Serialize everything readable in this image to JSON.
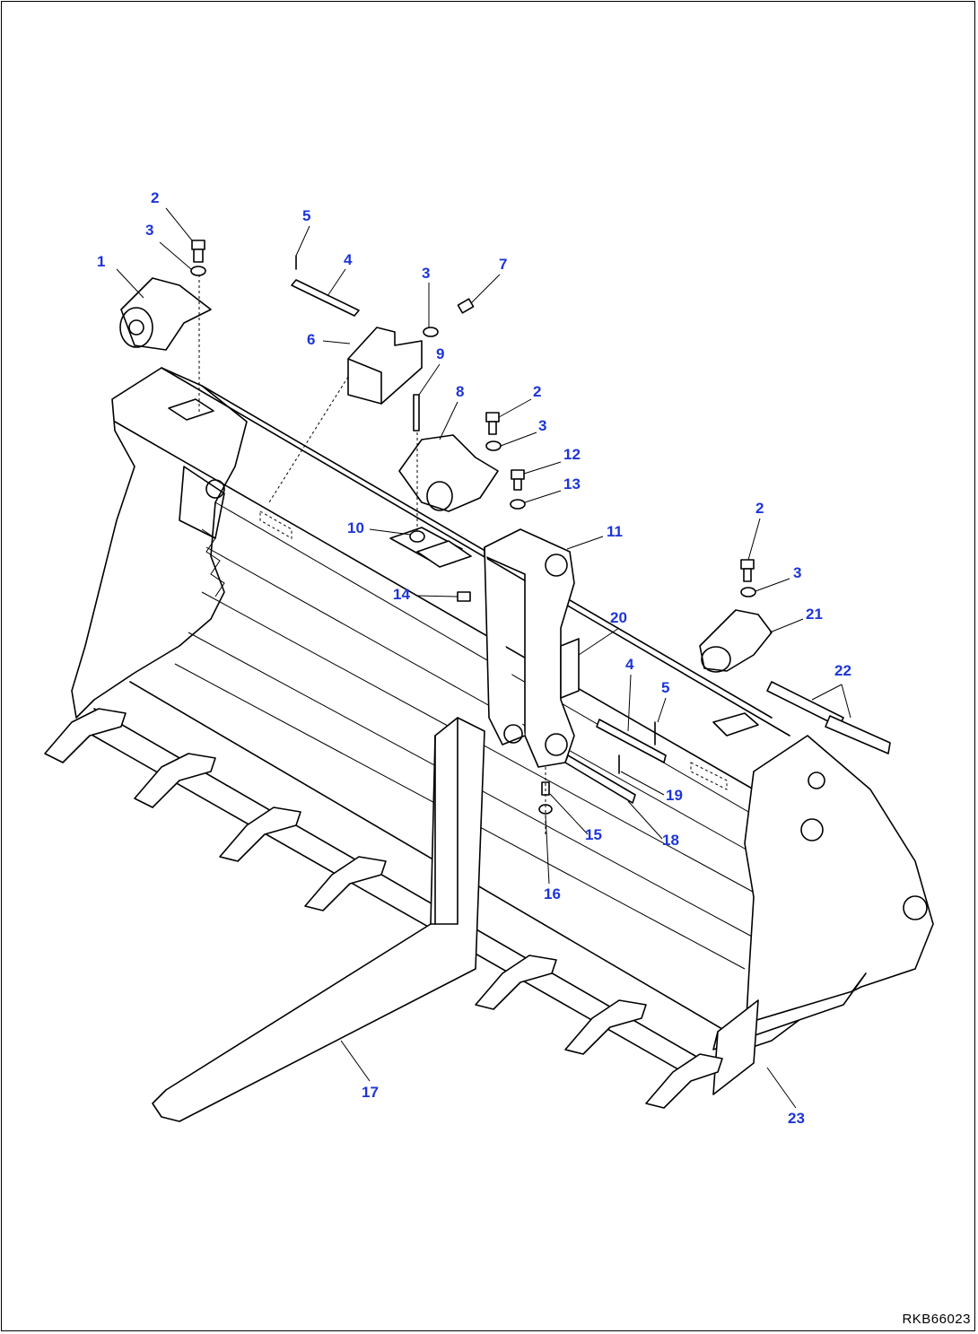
{
  "drawing_code": "RKB66023",
  "callouts": [
    {
      "id": "c1",
      "label": "1"
    },
    {
      "id": "c2a",
      "label": "2"
    },
    {
      "id": "c3a",
      "label": "3"
    },
    {
      "id": "c5a",
      "label": "5"
    },
    {
      "id": "c4a",
      "label": "4"
    },
    {
      "id": "c6",
      "label": "6"
    },
    {
      "id": "c3b",
      "label": "3"
    },
    {
      "id": "c7",
      "label": "7"
    },
    {
      "id": "c9",
      "label": "9"
    },
    {
      "id": "c8",
      "label": "8"
    },
    {
      "id": "c2b",
      "label": "2"
    },
    {
      "id": "c3c",
      "label": "3"
    },
    {
      "id": "c12",
      "label": "12"
    },
    {
      "id": "c13",
      "label": "13"
    },
    {
      "id": "c10",
      "label": "10"
    },
    {
      "id": "c11",
      "label": "11"
    },
    {
      "id": "c14",
      "label": "14"
    },
    {
      "id": "c2c",
      "label": "2"
    },
    {
      "id": "c3d",
      "label": "3"
    },
    {
      "id": "c21",
      "label": "21"
    },
    {
      "id": "c20",
      "label": "20"
    },
    {
      "id": "c22",
      "label": "22"
    },
    {
      "id": "c4b",
      "label": "4"
    },
    {
      "id": "c5b",
      "label": "5"
    },
    {
      "id": "c19",
      "label": "19"
    },
    {
      "id": "c15",
      "label": "15"
    },
    {
      "id": "c18",
      "label": "18"
    },
    {
      "id": "c16",
      "label": "16"
    },
    {
      "id": "c17",
      "label": "17"
    },
    {
      "id": "c23",
      "label": "23"
    }
  ],
  "colors": {
    "callout": "#1d35d8",
    "line": "#000000",
    "background": "#ffffff"
  }
}
